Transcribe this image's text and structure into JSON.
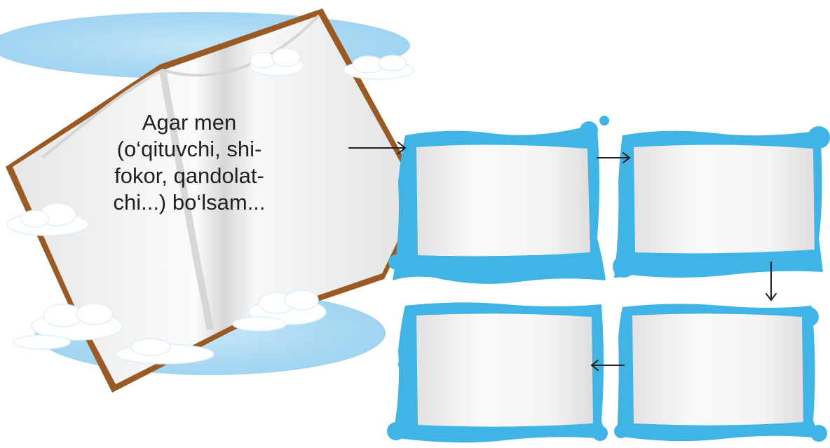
{
  "prompt": {
    "lines": [
      "Agar men",
      "(o‘qituvchi, shi-",
      "fokor, qandolat-",
      "chi...) bo‘lsam..."
    ]
  },
  "flow": {
    "boxes": [
      {
        "id": "box-1",
        "text": ""
      },
      {
        "id": "box-2",
        "text": ""
      },
      {
        "id": "box-3",
        "text": ""
      },
      {
        "id": "box-4",
        "text": ""
      }
    ],
    "arrows": [
      {
        "from": "prompt",
        "to": "box-1",
        "direction": "right"
      },
      {
        "from": "box-1",
        "to": "box-2",
        "direction": "right"
      },
      {
        "from": "box-2",
        "to": "box-3",
        "direction": "down"
      },
      {
        "from": "box-3",
        "to": "box-4",
        "direction": "left"
      }
    ]
  },
  "colors": {
    "frame": "#3fb4e5",
    "panel_light": "#f7f7f7",
    "panel_mid": "#e1e1e1",
    "book_cover": "#9a5a24",
    "sky": "#a9d8f2",
    "cloud": "#ffffff",
    "arrow": "#231f20"
  }
}
